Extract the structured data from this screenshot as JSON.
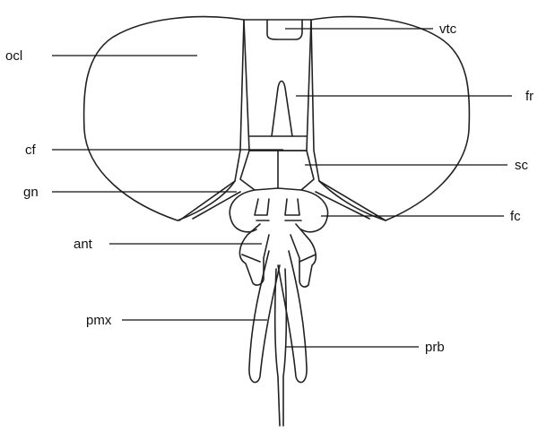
{
  "labels": {
    "ocl": "ocl",
    "vtc": "vtc",
    "fr": "fr",
    "cf": "cf",
    "sc": "sc",
    "gn": "gn",
    "fc": "fc",
    "ant": "ant",
    "pmx": "pmx",
    "prb": "prb"
  },
  "colors": {
    "line": "#222222",
    "background": "#ffffff"
  }
}
